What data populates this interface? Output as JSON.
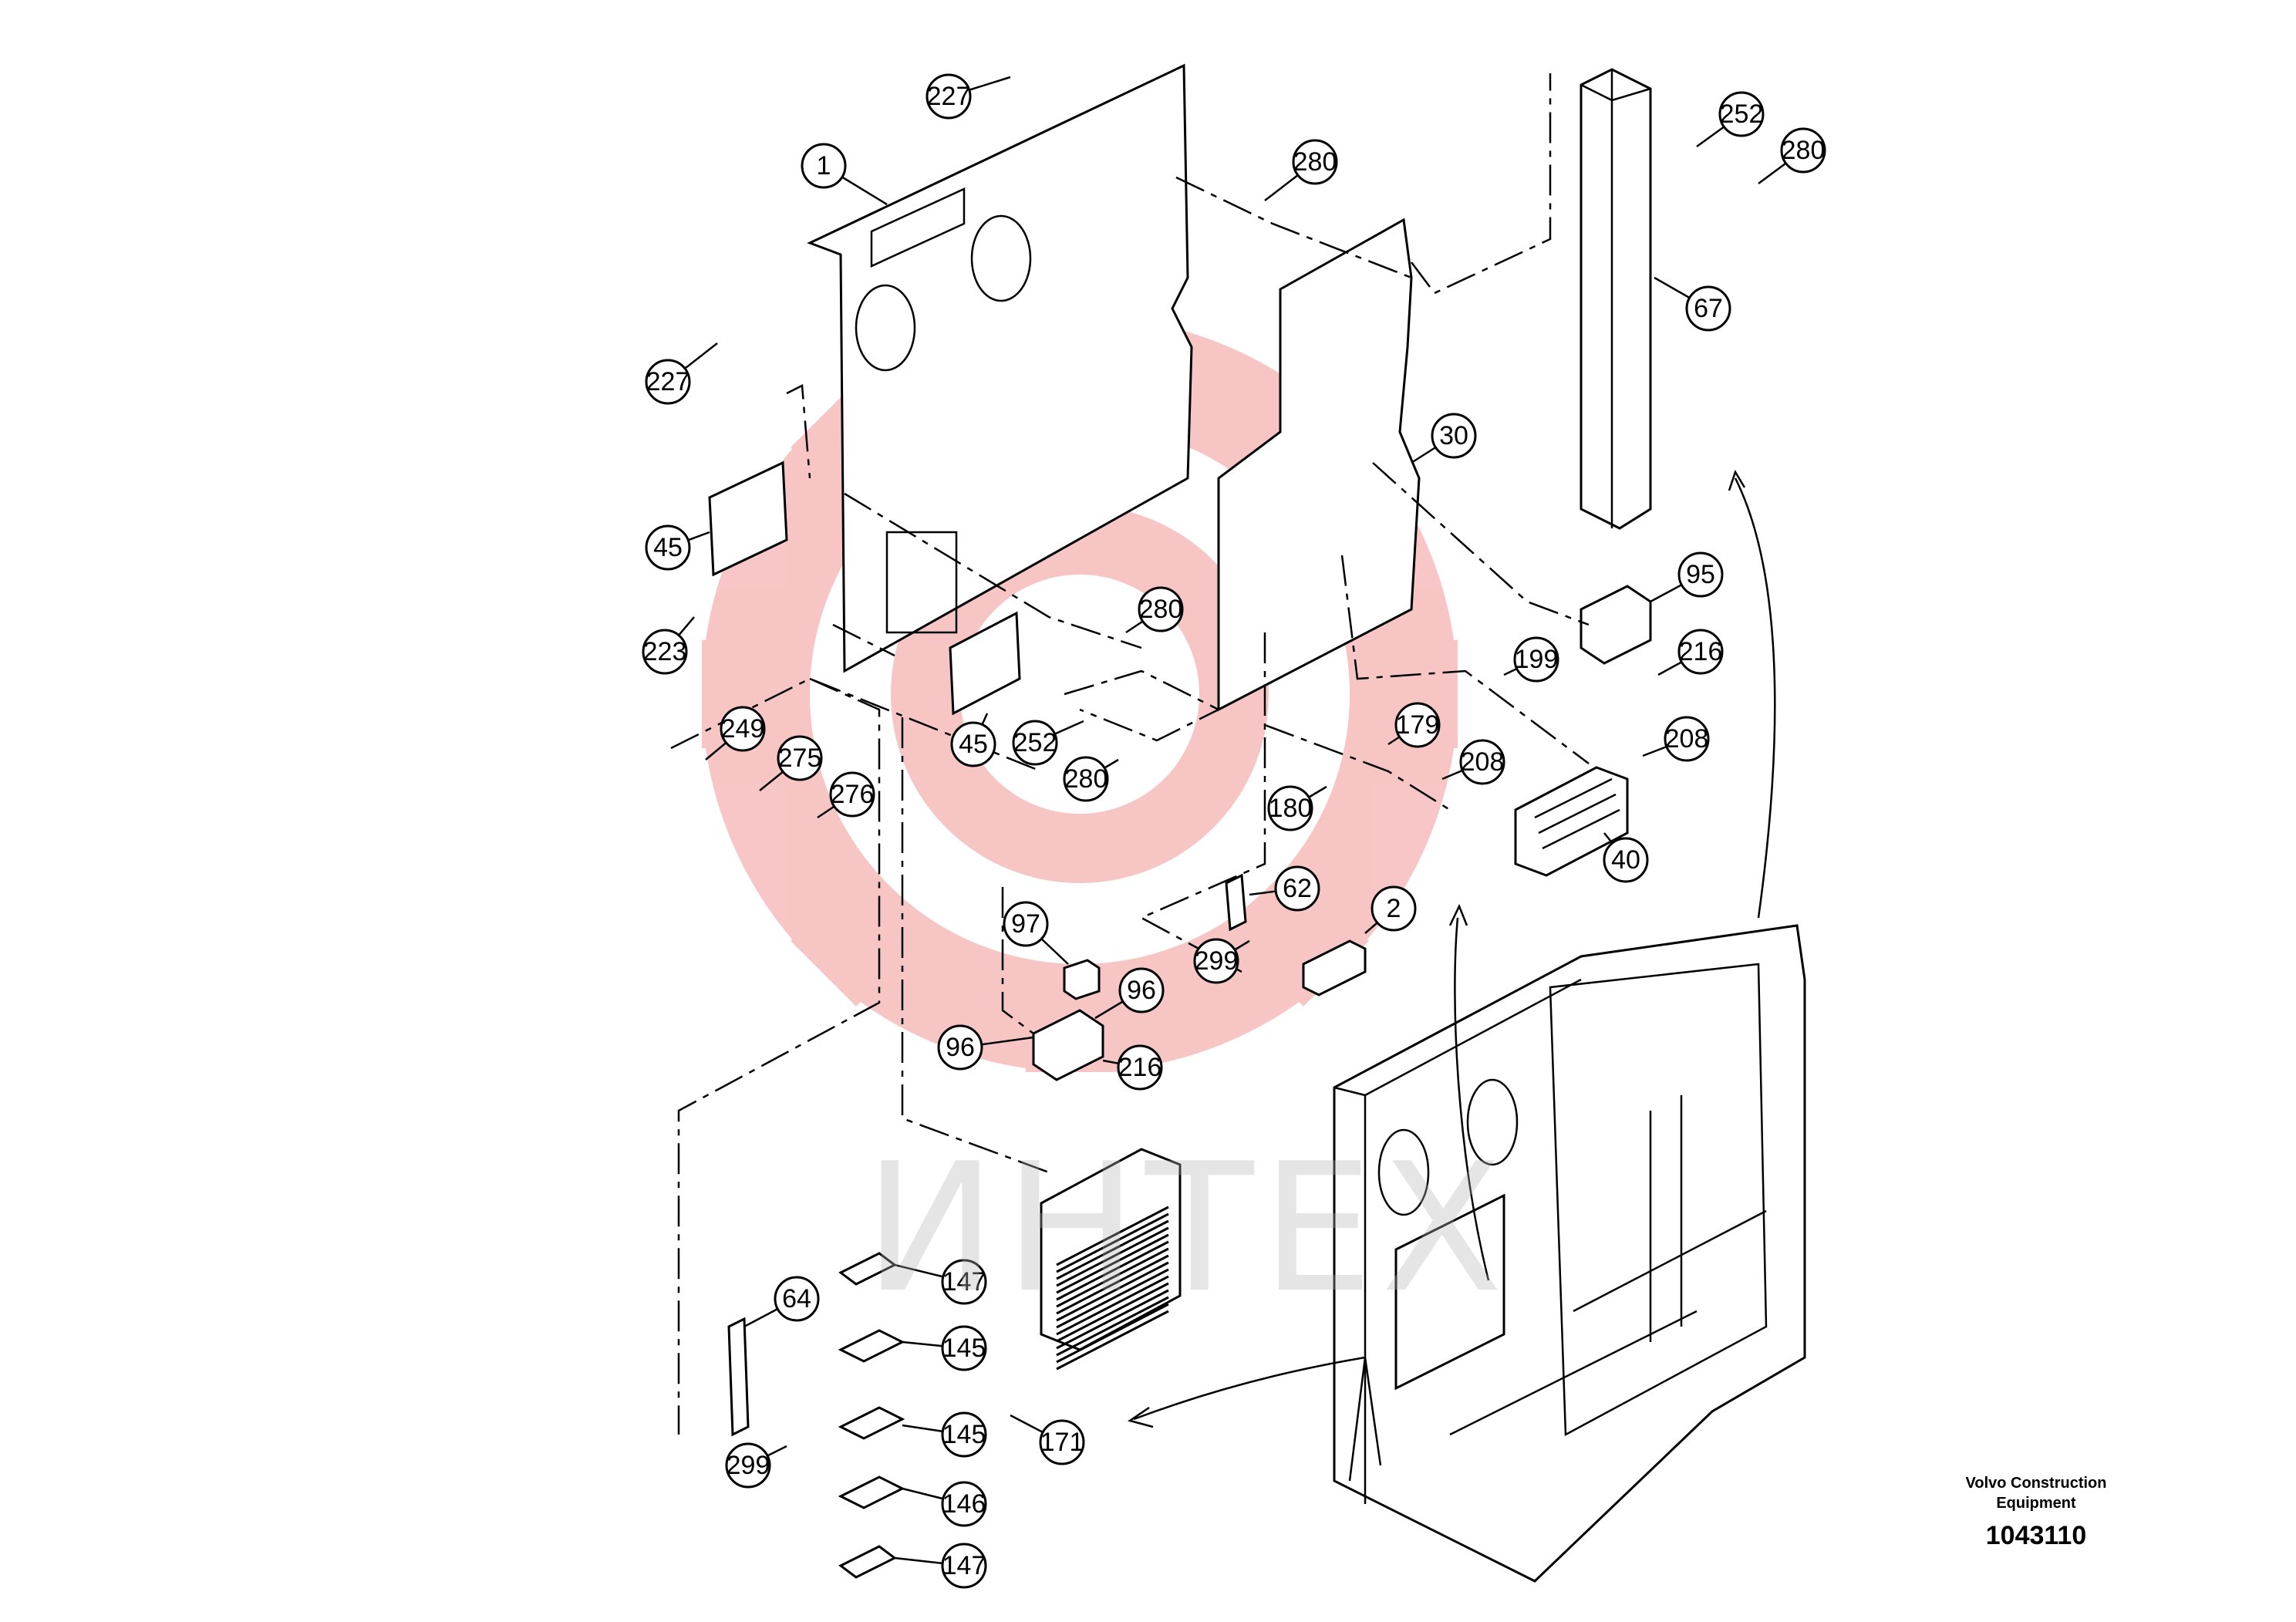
{
  "callouts": [
    {
      "label": "1"
    },
    {
      "label": "227"
    },
    {
      "label": "227"
    },
    {
      "label": "280"
    },
    {
      "label": "252"
    },
    {
      "label": "280"
    },
    {
      "label": "67"
    },
    {
      "label": "30"
    },
    {
      "label": "45"
    },
    {
      "label": "223"
    },
    {
      "label": "45"
    },
    {
      "label": "280"
    },
    {
      "label": "95"
    },
    {
      "label": "216"
    },
    {
      "label": "199"
    },
    {
      "label": "249"
    },
    {
      "label": "275"
    },
    {
      "label": "276"
    },
    {
      "label": "252"
    },
    {
      "label": "280"
    },
    {
      "label": "179"
    },
    {
      "label": "208"
    },
    {
      "label": "208"
    },
    {
      "label": "180"
    },
    {
      "label": "40"
    },
    {
      "label": "62"
    },
    {
      "label": "2"
    },
    {
      "label": "97"
    },
    {
      "label": "299"
    },
    {
      "label": "96"
    },
    {
      "label": "96"
    },
    {
      "label": "216"
    },
    {
      "label": "147"
    },
    {
      "label": "64"
    },
    {
      "label": "145"
    },
    {
      "label": "145"
    },
    {
      "label": "171"
    },
    {
      "label": "299"
    },
    {
      "label": "146"
    },
    {
      "label": "147"
    }
  ],
  "caption": {
    "maker_line1": "Volvo Construction",
    "maker_line2": "Equipment",
    "number": "1043110"
  },
  "watermark": {
    "text": "ИНТЕХ",
    "logo_color": "#f4a3a3"
  }
}
